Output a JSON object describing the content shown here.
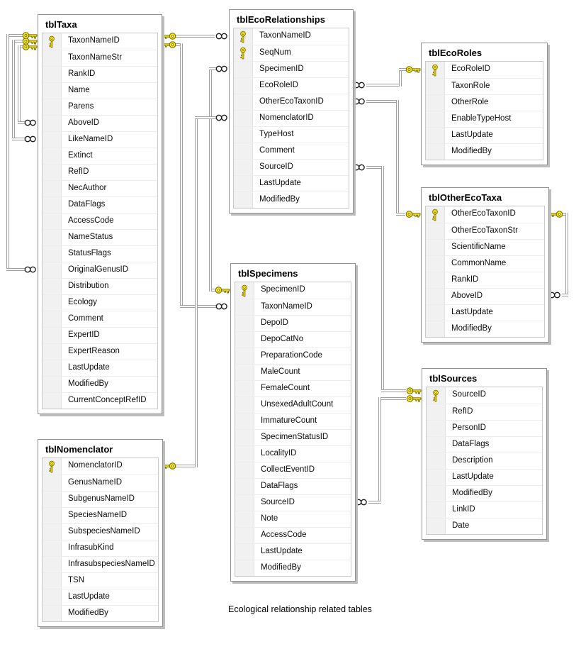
{
  "diagram": {
    "caption": "Ecological relationship related tables",
    "colors": {
      "background": "#ffffff",
      "table_border": "#919191",
      "table_shadow": "#bdbdbd",
      "inner_panel_border": "#c9c9c9",
      "row_separator": "#ededed",
      "icon_column_bg": "#f1f1f1",
      "relationship_line": "#a0a0a0",
      "key_yellow": "#ffec00",
      "key_outline": "#6b6000",
      "text": "#000000"
    },
    "tables": [
      {
        "id": "tblTaxa",
        "title": "tblTaxa",
        "fields": [
          {
            "name": "TaxonNameID",
            "pk": true
          },
          {
            "name": "TaxonNameStr"
          },
          {
            "name": "RankID"
          },
          {
            "name": "Name"
          },
          {
            "name": "Parens"
          },
          {
            "name": "AboveID"
          },
          {
            "name": "LikeNameID"
          },
          {
            "name": "Extinct"
          },
          {
            "name": "RefID"
          },
          {
            "name": "NecAuthor"
          },
          {
            "name": "DataFlags"
          },
          {
            "name": "AccessCode"
          },
          {
            "name": "NameStatus"
          },
          {
            "name": "StatusFlags"
          },
          {
            "name": "OriginalGenusID"
          },
          {
            "name": "Distribution"
          },
          {
            "name": "Ecology"
          },
          {
            "name": "Comment"
          },
          {
            "name": "ExpertID"
          },
          {
            "name": "ExpertReason"
          },
          {
            "name": "LastUpdate"
          },
          {
            "name": "ModifiedBy"
          },
          {
            "name": "CurrentConceptRefID"
          }
        ]
      },
      {
        "id": "tblEcoRelationships",
        "title": "tblEcoRelationships",
        "fields": [
          {
            "name": "TaxonNameID",
            "pk": true
          },
          {
            "name": "SeqNum",
            "pk": true
          },
          {
            "name": "SpecimenID"
          },
          {
            "name": "EcoRoleID"
          },
          {
            "name": "OtherEcoTaxonID"
          },
          {
            "name": "NomenclatorID"
          },
          {
            "name": "TypeHost"
          },
          {
            "name": "Comment"
          },
          {
            "name": "SourceID"
          },
          {
            "name": "LastUpdate"
          },
          {
            "name": "ModifiedBy"
          }
        ]
      },
      {
        "id": "tblEcoRoles",
        "title": "tblEcoRoles",
        "fields": [
          {
            "name": "EcoRoleID",
            "pk": true
          },
          {
            "name": "TaxonRole"
          },
          {
            "name": "OtherRole"
          },
          {
            "name": "EnableTypeHost"
          },
          {
            "name": "LastUpdate"
          },
          {
            "name": "ModifiedBy"
          }
        ]
      },
      {
        "id": "tblOtherEcoTaxa",
        "title": "tblOtherEcoTaxa",
        "fields": [
          {
            "name": "OtherEcoTaxonID",
            "pk": true
          },
          {
            "name": "OtherEcoTaxonStr"
          },
          {
            "name": "ScientificName"
          },
          {
            "name": "CommonName"
          },
          {
            "name": "RankID"
          },
          {
            "name": "AboveID"
          },
          {
            "name": "LastUpdate"
          },
          {
            "name": "ModifiedBy"
          }
        ]
      },
      {
        "id": "tblSpecimens",
        "title": "tblSpecimens",
        "fields": [
          {
            "name": "SpecimenID",
            "pk": true
          },
          {
            "name": "TaxonNameID"
          },
          {
            "name": "DepoID"
          },
          {
            "name": "DepoCatNo"
          },
          {
            "name": "PreparationCode"
          },
          {
            "name": "MaleCount"
          },
          {
            "name": "FemaleCount"
          },
          {
            "name": "UnsexedAdultCount"
          },
          {
            "name": "ImmatureCount"
          },
          {
            "name": "SpecimenStatusID"
          },
          {
            "name": "LocalityID"
          },
          {
            "name": "CollectEventID"
          },
          {
            "name": "DataFlags"
          },
          {
            "name": "SourceID"
          },
          {
            "name": "Note"
          },
          {
            "name": "AccessCode"
          },
          {
            "name": "LastUpdate"
          },
          {
            "name": "ModifiedBy"
          }
        ]
      },
      {
        "id": "tblSources",
        "title": "tblSources",
        "fields": [
          {
            "name": "SourceID",
            "pk": true
          },
          {
            "name": "RefID"
          },
          {
            "name": "PersonID"
          },
          {
            "name": "DataFlags"
          },
          {
            "name": "Description"
          },
          {
            "name": "LastUpdate"
          },
          {
            "name": "ModifiedBy"
          },
          {
            "name": "LinkID"
          },
          {
            "name": "Date"
          }
        ]
      },
      {
        "id": "tblNomenclator",
        "title": "tblNomenclator",
        "fields": [
          {
            "name": "NomenclatorID",
            "pk": true
          },
          {
            "name": "GenusNameID"
          },
          {
            "name": "SubgenusNameID"
          },
          {
            "name": "SpeciesNameID"
          },
          {
            "name": "SubspeciesNameID"
          },
          {
            "name": "InfrasubKind"
          },
          {
            "name": "InfrasubspeciesNameID"
          },
          {
            "name": "TSN"
          },
          {
            "name": "LastUpdate"
          },
          {
            "name": "ModifiedBy"
          }
        ]
      }
    ],
    "relationships": [
      {
        "from": "tblTaxa.TaxonNameID",
        "to": "tblEcoRelationships.TaxonNameID"
      },
      {
        "from": "tblTaxa.TaxonNameID",
        "to": "tblSpecimens.TaxonNameID"
      },
      {
        "from": "tblSpecimens.SpecimenID",
        "to": "tblEcoRelationships.SpecimenID"
      },
      {
        "from": "tblNomenclator.NomenclatorID",
        "to": "tblEcoRelationships.NomenclatorID"
      },
      {
        "from": "tblEcoRoles.EcoRoleID",
        "to": "tblEcoRelationships.EcoRoleID"
      },
      {
        "from": "tblOtherEcoTaxa.OtherEcoTaxonID",
        "to": "tblEcoRelationships.OtherEcoTaxonID"
      },
      {
        "from": "tblSources.SourceID",
        "to": "tblEcoRelationships.SourceID"
      },
      {
        "from": "tblSources.SourceID",
        "to": "tblSpecimens.SourceID"
      },
      {
        "from": "tblTaxa.TaxonNameID",
        "to": "tblTaxa.AboveID"
      },
      {
        "from": "tblTaxa.TaxonNameID",
        "to": "tblTaxa.LikeNameID"
      },
      {
        "from": "tblTaxa.TaxonNameID",
        "to": "tblTaxa.OriginalGenusID"
      },
      {
        "from": "tblOtherEcoTaxa.OtherEcoTaxonID",
        "to": "tblOtherEcoTaxa.AboveID"
      }
    ]
  }
}
